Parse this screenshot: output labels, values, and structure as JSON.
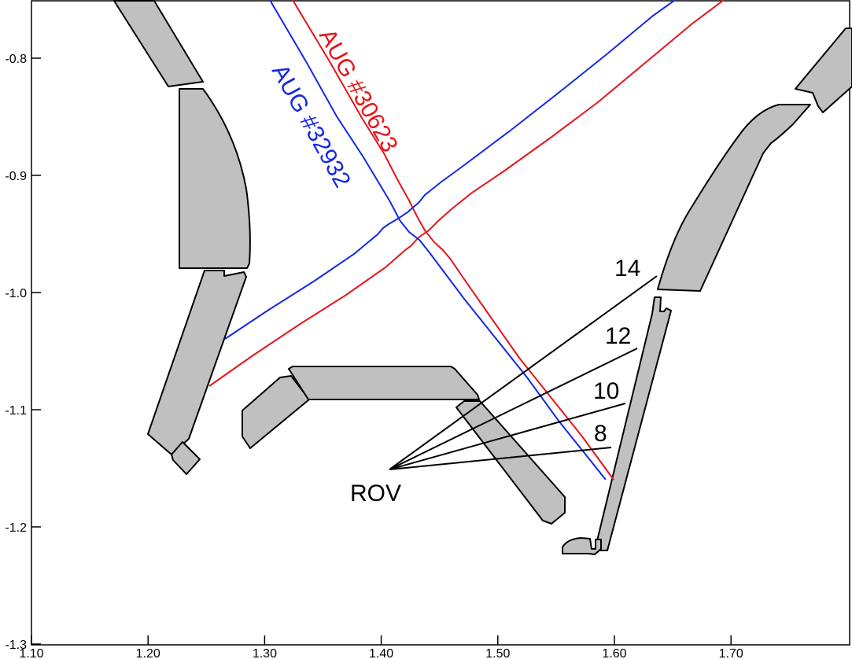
{
  "axes": {
    "x_ticks": [
      {
        "value": 1.1,
        "label": "1.10"
      },
      {
        "value": 1.2,
        "label": "1.20"
      },
      {
        "value": 1.3,
        "label": "1.30"
      },
      {
        "value": 1.4,
        "label": "1.40"
      },
      {
        "value": 1.5,
        "label": "1.50"
      },
      {
        "value": 1.6,
        "label": "1.60"
      },
      {
        "value": 1.7,
        "label": "1.70"
      }
    ],
    "y_ticks": [
      {
        "value": -0.8,
        "label": "-0.8"
      },
      {
        "value": -0.9,
        "label": "-0.9"
      },
      {
        "value": -1.0,
        "label": "-1.0"
      },
      {
        "value": -1.1,
        "label": "-1.1"
      },
      {
        "value": -1.2,
        "label": "-1.2"
      },
      {
        "value": -1.3,
        "label": "-1.3"
      }
    ],
    "xlim": [
      1.1,
      1.8
    ],
    "ylim": [
      -1.3,
      -0.75
    ]
  },
  "separatrices": [
    {
      "label": "AUG #30623",
      "color": "#e8141a"
    },
    {
      "label": "AUG #32932",
      "color": "#1428e8"
    }
  ],
  "lines_of_sight": {
    "origin_label": "ROV",
    "channels": [
      "14",
      "12",
      "10",
      "8"
    ]
  },
  "colors": {
    "component_fill": "#c0c0c0",
    "outline": "#000000"
  }
}
